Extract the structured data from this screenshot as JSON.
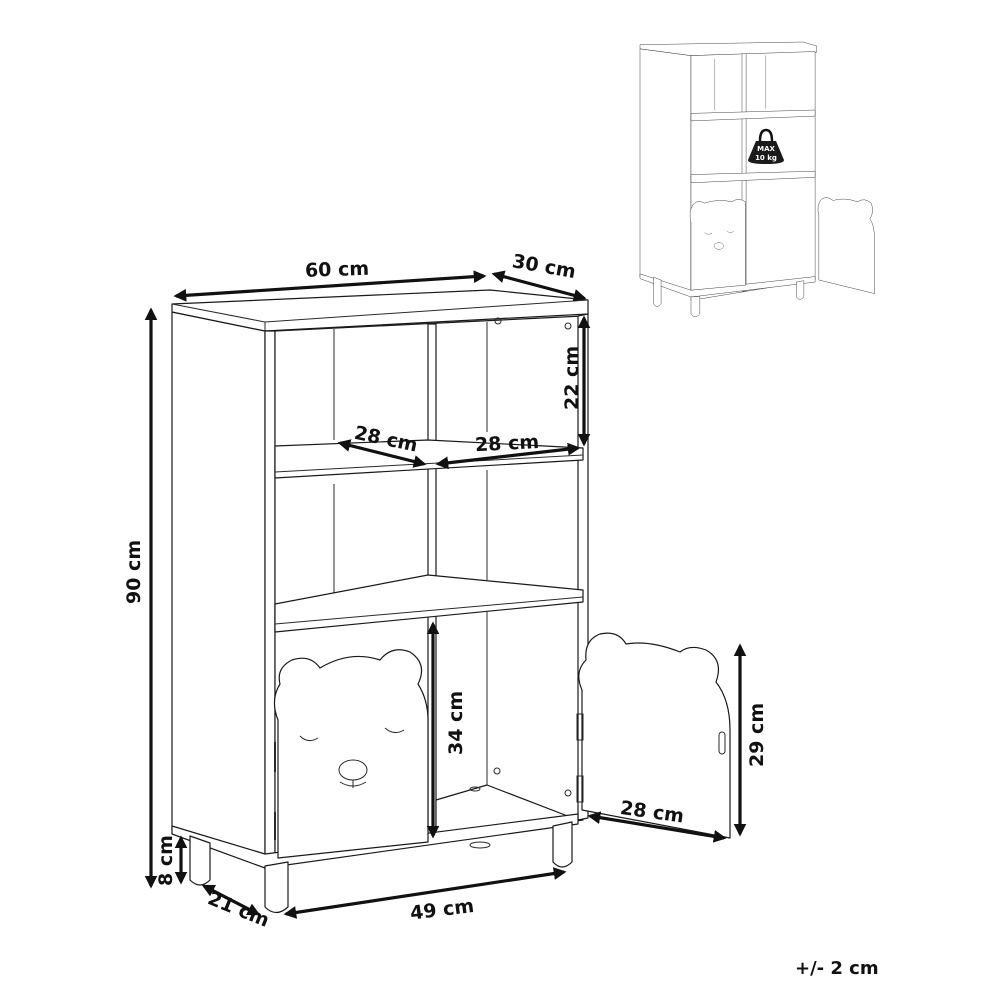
{
  "diagram": {
    "subject": "Children's bookcase with bear-shaped door",
    "dimensions": {
      "width": "60 cm",
      "depth": "30 cm",
      "height": "90 cm",
      "compartment_height": "22 cm",
      "shelf_depth": "28 cm",
      "shelf_width": "28 cm",
      "lower_compartment_height": "34 cm",
      "door_height": "29 cm",
      "door_width": "28 cm",
      "leg_height": "8 cm",
      "leg_span_depth": "21 cm",
      "leg_span_width": "49 cm"
    },
    "max_load": {
      "line1": "MAX",
      "line2": "10 kg"
    },
    "tolerance": "+/- 2 cm"
  }
}
